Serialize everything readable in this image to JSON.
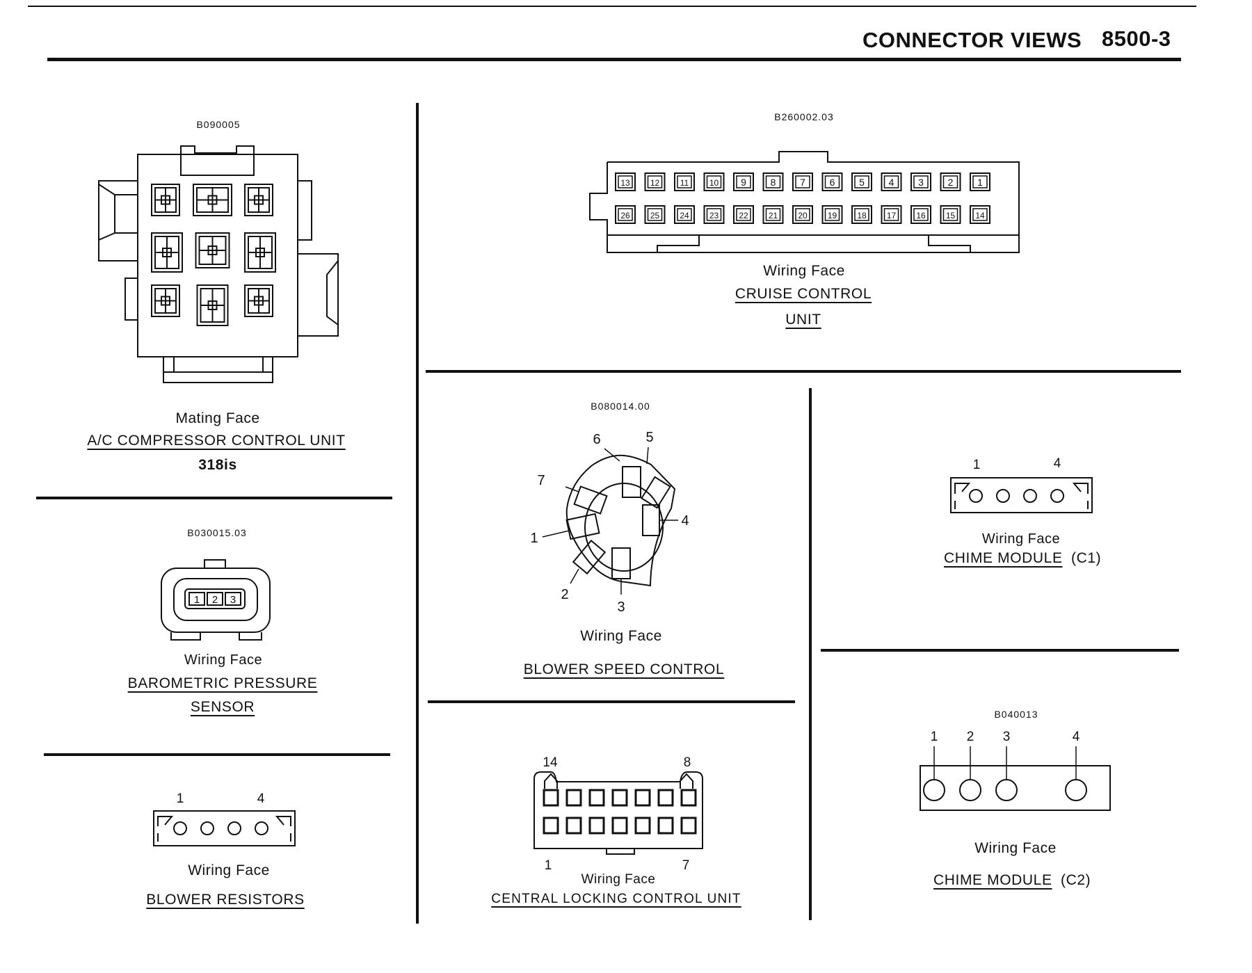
{
  "header": {
    "section_title": "CONNECTOR VIEWS",
    "page_number": "8500-3"
  },
  "connectors": {
    "ac_compressor": {
      "code": "B090005",
      "face": "Mating Face",
      "name": "A/C COMPRESSOR CONTROL UNIT",
      "model": "318is"
    },
    "cruise_control": {
      "code": "B260002.03",
      "face": "Wiring Face",
      "name_line1": "CRUISE CONTROL",
      "name_line2": "UNIT",
      "top_row": [
        "13",
        "12",
        "11",
        "10",
        "9",
        "8",
        "7",
        "6",
        "5",
        "4",
        "3",
        "2",
        "1"
      ],
      "bottom_row": [
        "26",
        "25",
        "24",
        "23",
        "22",
        "21",
        "20",
        "19",
        "18",
        "17",
        "16",
        "15",
        "14"
      ]
    },
    "barometric": {
      "code": "B030015.03",
      "face": "Wiring Face",
      "name_line1": "BAROMETRIC PRESSURE",
      "name_line2": "SENSOR",
      "pins": [
        "1",
        "2",
        "3"
      ]
    },
    "blower_speed": {
      "code": "B080014.00",
      "face": "Wiring Face",
      "name": "BLOWER SPEED CONTROL",
      "pins": [
        "1",
        "2",
        "3",
        "4",
        "5",
        "6",
        "7"
      ]
    },
    "chime_c1": {
      "face": "Wiring Face",
      "name": "CHIME MODULE",
      "suffix": "(C1)",
      "pin_left": "1",
      "pin_right": "4"
    },
    "blower_resistors": {
      "face": "Wiring Face",
      "name": "BLOWER RESISTORS",
      "pin_left": "1",
      "pin_right": "4"
    },
    "central_locking": {
      "face": "Wiring Face",
      "name": "CENTRAL LOCKING CONTROL UNIT",
      "top_left": "14",
      "top_right": "8",
      "bottom_left": "1",
      "bottom_right": "7"
    },
    "chime_c2": {
      "code": "B040013",
      "face": "Wiring Face",
      "name": "CHIME MODULE",
      "suffix": "(C2)",
      "pins": [
        "1",
        "2",
        "3",
        "4"
      ]
    }
  }
}
